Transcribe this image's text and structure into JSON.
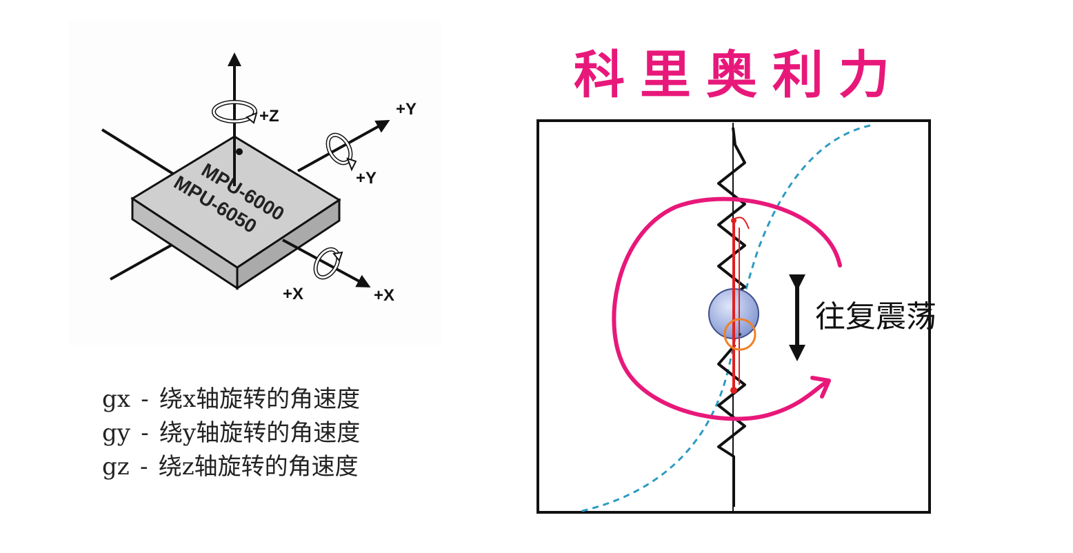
{
  "mpu_diagram": {
    "chip_labels": [
      "MPU-6000",
      "MPU-6050"
    ],
    "axis_labels": {
      "z": "+Z",
      "y_axis": "+Y",
      "y_rotation": "+Y",
      "x_rotation": "+X",
      "x_axis": "+X"
    }
  },
  "legend": [
    {
      "var": "gx",
      "sep": "-",
      "desc": "绕x轴旋转的角速度"
    },
    {
      "var": "gy",
      "sep": "-",
      "desc": "绕y轴旋转的角速度"
    },
    {
      "var": "gz",
      "sep": "-",
      "desc": "绕z轴旋转的角速度"
    }
  ],
  "coriolis_diagram": {
    "title": "科里奥利力",
    "oscillation_label": "往复震荡",
    "colors": {
      "title": "#e8187a",
      "rotation_arrow": "#e8187a",
      "deflection_path": "#2b9bc2",
      "oscillation_path": "#e02020",
      "proof_mass": "#8ea3d8",
      "highlight_circle": "#f08028"
    }
  }
}
